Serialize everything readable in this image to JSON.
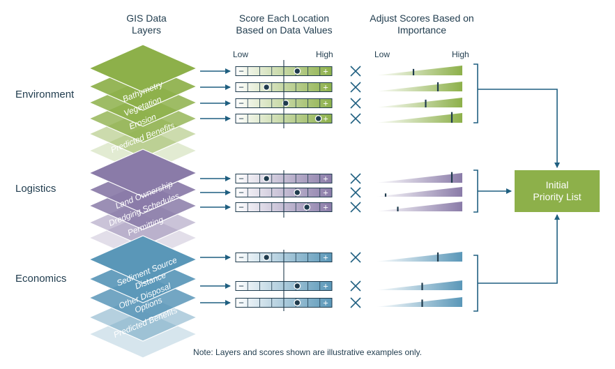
{
  "headers": {
    "col1": [
      "GIS Data",
      "Layers"
    ],
    "col2": [
      "Score Each Location",
      "Based on Data Values"
    ],
    "col3": [
      "Adjust Scores Based on",
      "Importance"
    ]
  },
  "scale": {
    "low": "Low",
    "high": "High"
  },
  "groups": [
    {
      "name": "Environment",
      "color": "#8db04a",
      "layers": [
        "Bathymetry",
        "Vegetation",
        "Erosion",
        "Predicted Benefits"
      ],
      "scores": [
        0.64,
        0.32,
        0.52,
        0.86
      ],
      "weights": [
        0.44,
        0.72,
        0.58,
        0.88
      ]
    },
    {
      "name": "Logistics",
      "color": "#8a7ba8",
      "layers": [
        "Land Ownership",
        "Dredging Schedules",
        "Permitting"
      ],
      "scores": [
        0.32,
        0.64,
        0.74
      ],
      "weights": [
        0.88,
        0.12,
        0.26
      ]
    },
    {
      "name": "Economics",
      "color": "#5a97b8",
      "layers": [
        "Sediment Source Distance",
        "Other Disposal Options",
        "Predicted Benefits"
      ],
      "layer_lines": [
        [
          "Sediment Source",
          "Distance"
        ],
        [
          "Other Disposal",
          "Options"
        ],
        [
          "Predicted Benefits"
        ]
      ],
      "scores": [
        0.32,
        0.64,
        0.64
      ],
      "weights": [
        0.72,
        0.54,
        0.54
      ]
    }
  ],
  "result": [
    "Initial",
    "Priority List"
  ],
  "note": "Note: Layers and scores shown are illustrative examples only.",
  "icons": {
    "multiply": "multiply-icon",
    "arrow": "arrow-right-icon",
    "minus": "minus-icon",
    "plus": "plus-icon"
  }
}
